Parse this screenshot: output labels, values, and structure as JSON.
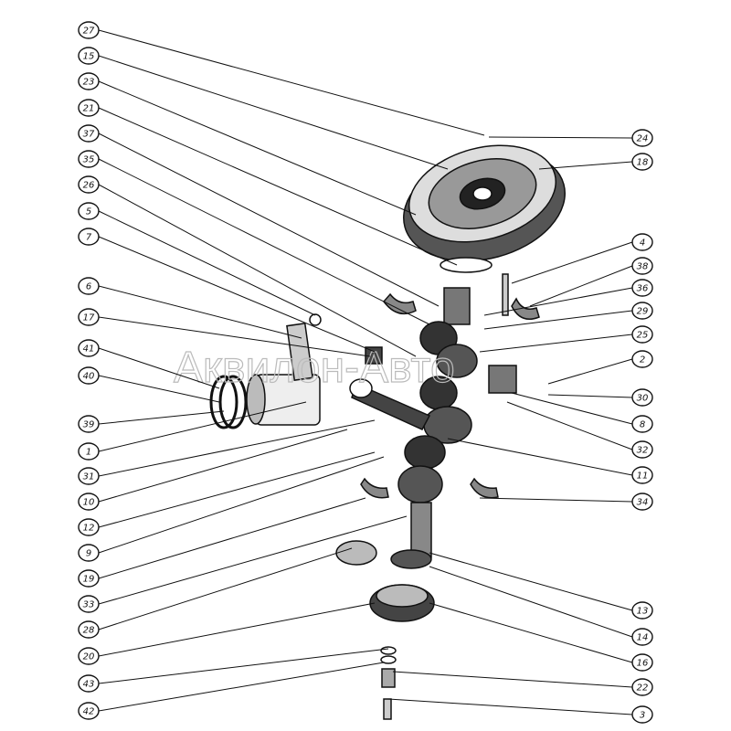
{
  "diagram": {
    "watermark": "Аквилон-Авто",
    "left_callouts": [
      "27",
      "15",
      "23",
      "21",
      "37",
      "35",
      "26",
      "5",
      "7",
      "6",
      "17",
      "41",
      "40",
      "39",
      "1",
      "31",
      "10",
      "12",
      "9",
      "19",
      "33",
      "28",
      "20",
      "43",
      "42"
    ],
    "right_callouts": [
      "24",
      "18",
      "4",
      "38",
      "36",
      "29",
      "25",
      "2",
      "30",
      "8",
      "32",
      "11",
      "34",
      "13",
      "14",
      "16",
      "22",
      "3"
    ]
  }
}
